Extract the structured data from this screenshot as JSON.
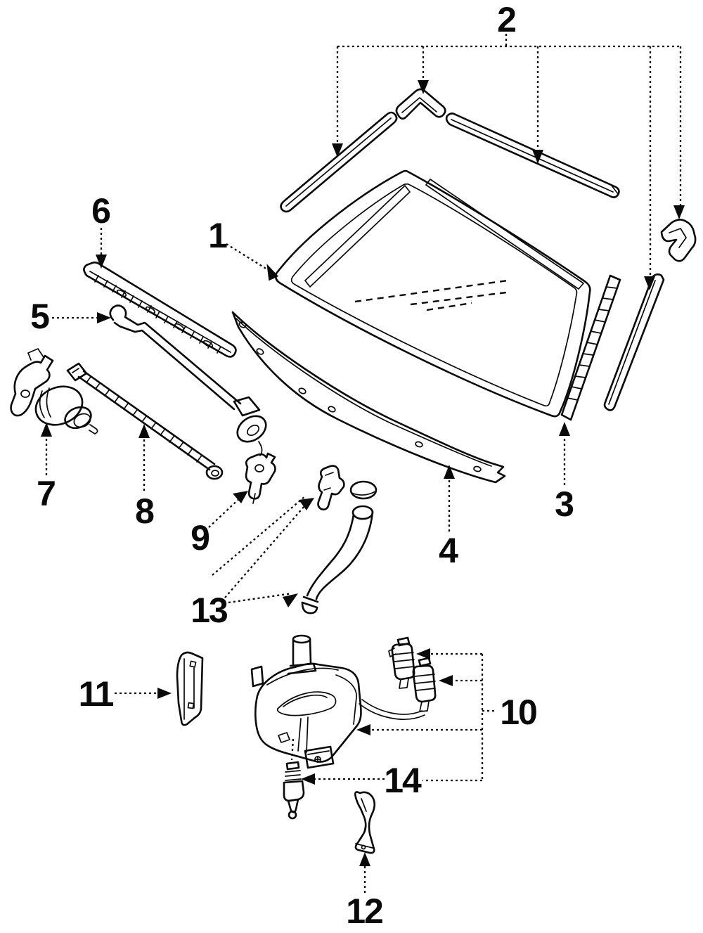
{
  "diagram": {
    "kind": "auto-parts-exploded-diagram",
    "subject": "windshield-wiper-and-washer-components",
    "colors": {
      "ink": "#0a0a0a",
      "background": "#ffffff"
    },
    "callouts": {
      "c1": {
        "label": "1",
        "target": "windshield-glass"
      },
      "c2": {
        "label": "2",
        "target": "windshield-outer-moldings"
      },
      "c3": {
        "label": "3",
        "target": "side-weatherstrip"
      },
      "c4": {
        "label": "4",
        "target": "cowl-top-strip"
      },
      "c5": {
        "label": "5",
        "target": "wiper-arm"
      },
      "c6": {
        "label": "6",
        "target": "wiper-blade"
      },
      "c7": {
        "label": "7",
        "target": "wiper-motor"
      },
      "c8": {
        "label": "8",
        "target": "wiper-linkage-rod"
      },
      "c9": {
        "label": "9",
        "target": "washer-nozzle"
      },
      "c10": {
        "label": "10",
        "target": "washer-reservoir-assembly"
      },
      "c11": {
        "label": "11",
        "target": "reservoir-bracket"
      },
      "c12": {
        "label": "12",
        "target": "hose-clip"
      },
      "c13": {
        "label": "13",
        "target": "washer-hose-and-grommet"
      },
      "c14": {
        "label": "14",
        "target": "check-valve"
      }
    }
  }
}
